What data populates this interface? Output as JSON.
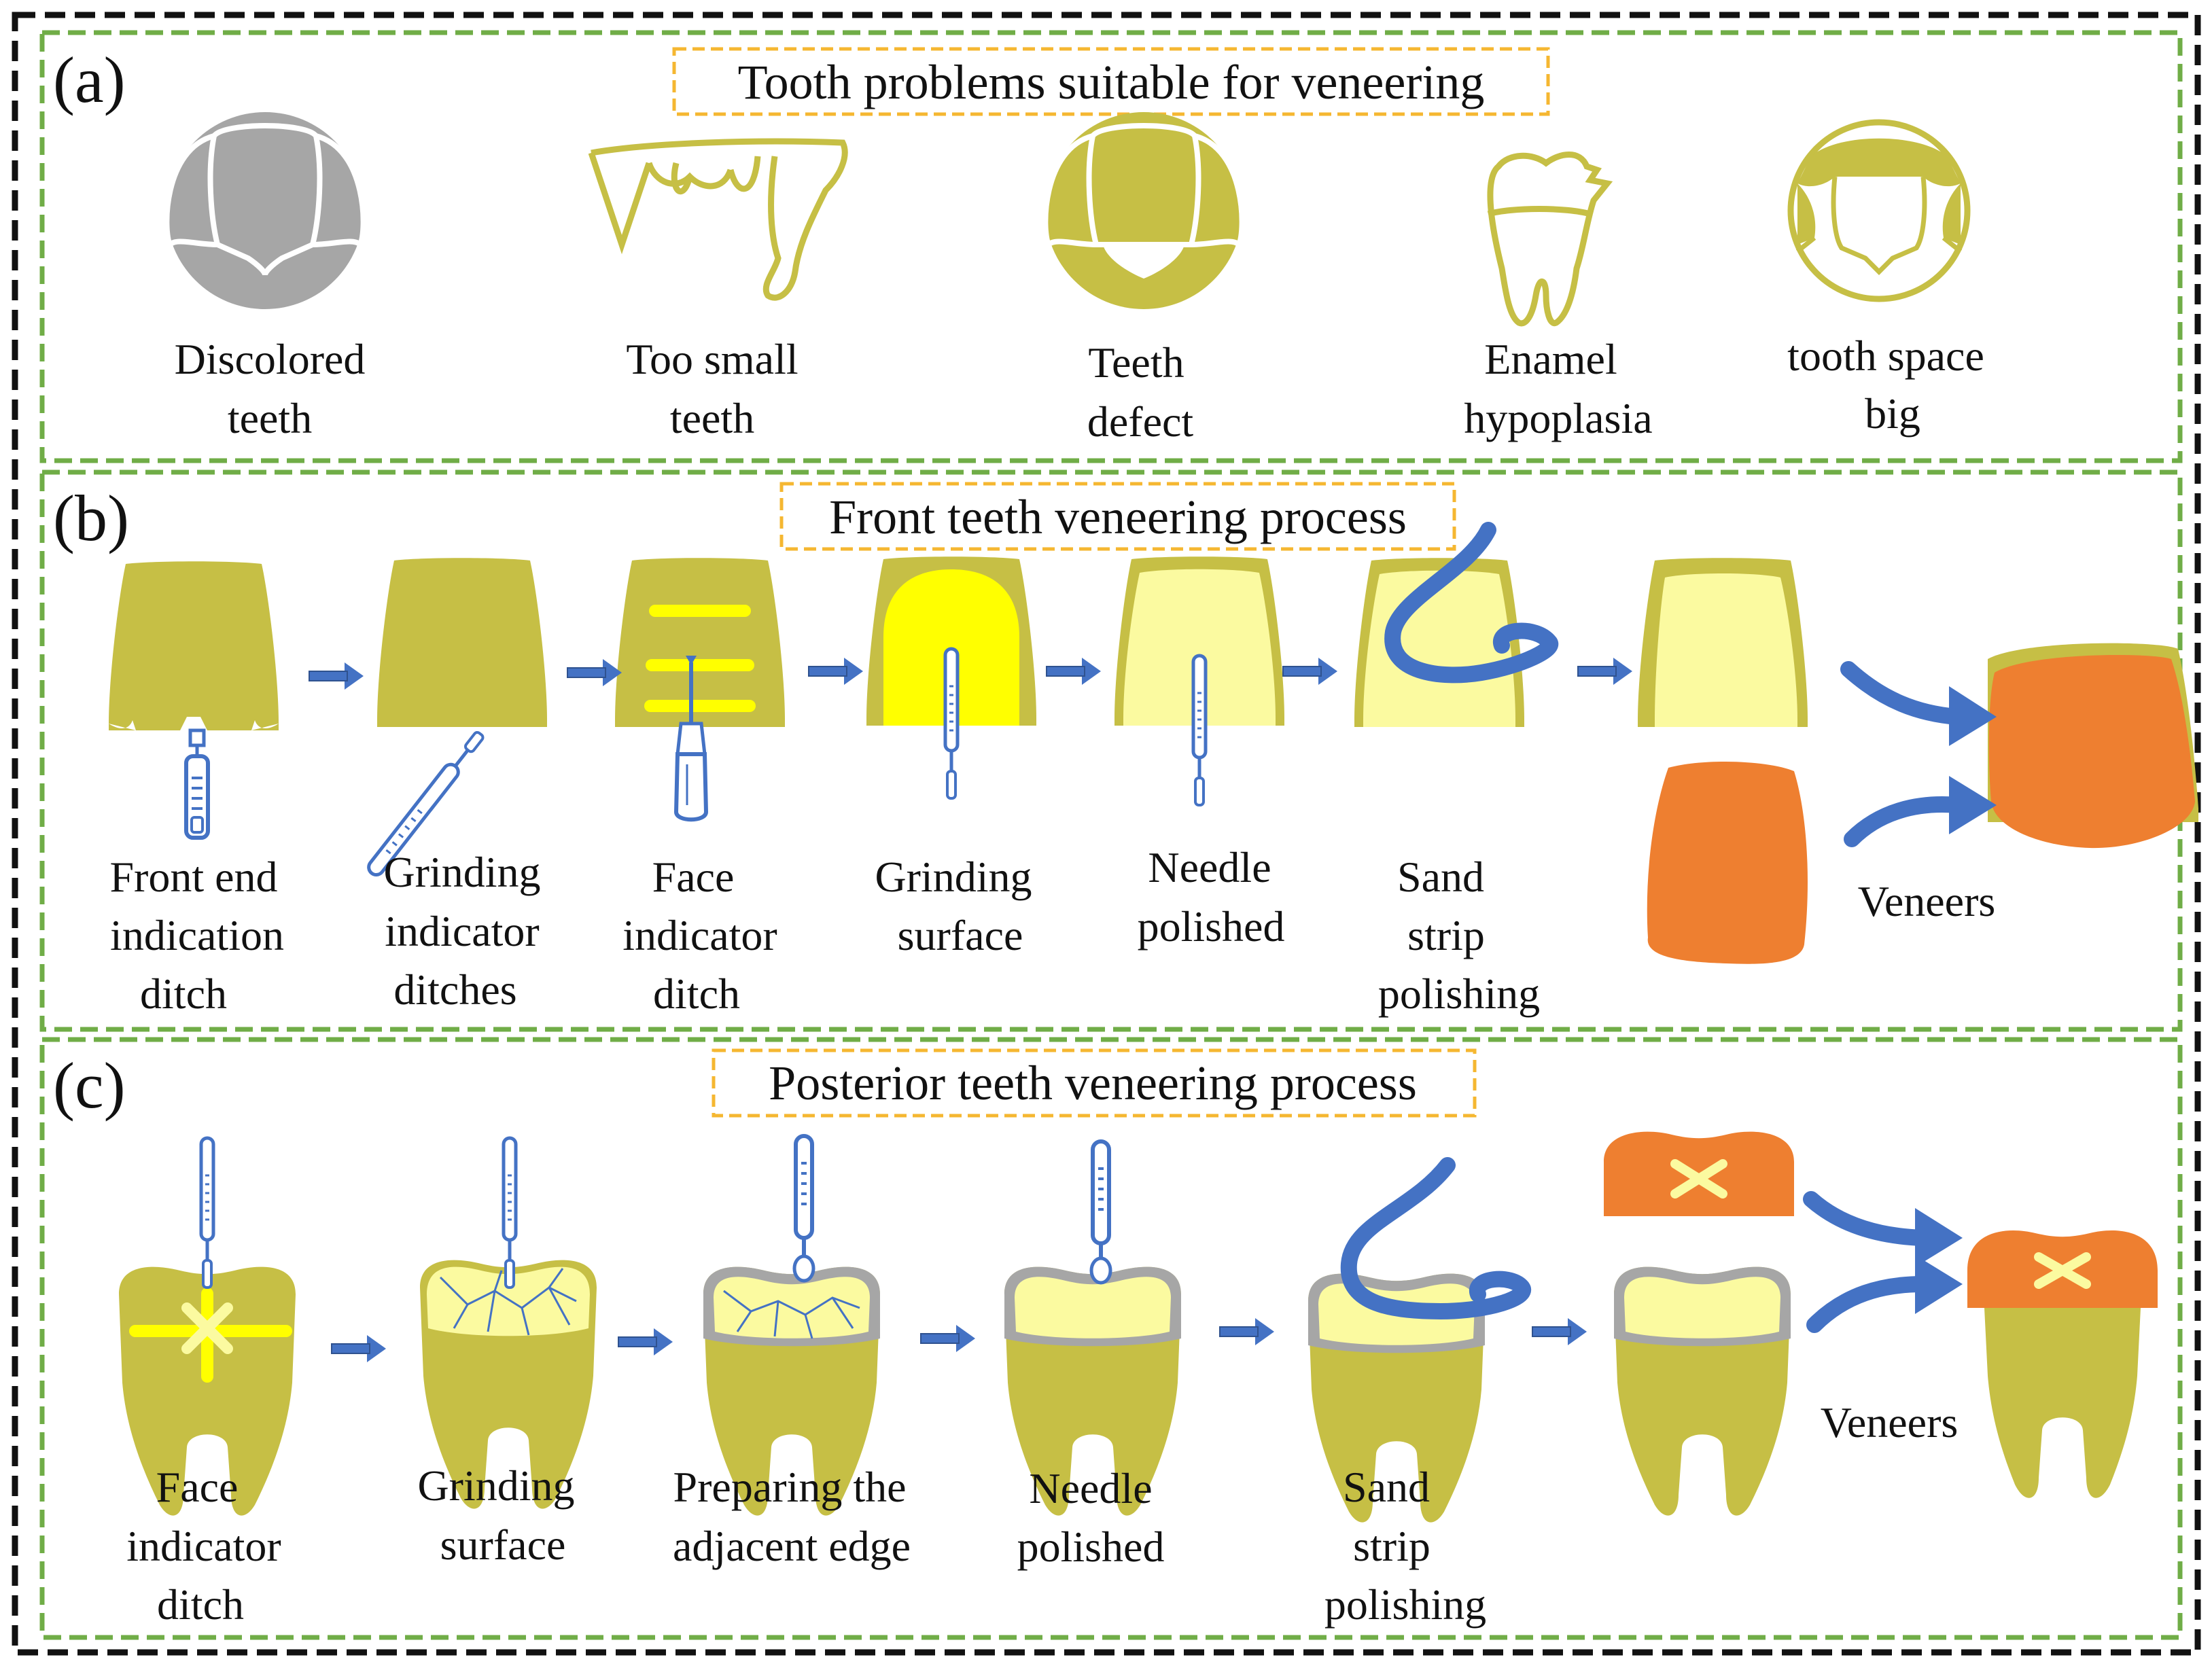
{
  "colors": {
    "tooth": "#c6bf45",
    "tooth_light": "#fbfaa0",
    "tooth_bright": "#ffff00",
    "veneer": "#ee7f30",
    "tool": "#4472c4",
    "gray": "#a6a6a6",
    "panel_border": "#70ad47",
    "title_border": "#f5b731",
    "outer_border": "#111111"
  },
  "panel_a": {
    "letter": "(a)",
    "title": "Tooth problems suitable for veneering",
    "items": [
      {
        "line1": "Discolored",
        "line2": "teeth"
      },
      {
        "line1": "Too small",
        "line2": "teeth"
      },
      {
        "line1": "Teeth",
        "line2": "defect"
      },
      {
        "line1": "Enamel",
        "line2": "hypoplasia"
      },
      {
        "line1": "tooth space",
        "line2": "big"
      }
    ]
  },
  "panel_b": {
    "letter": "(b)",
    "title": "Front teeth veneering process",
    "steps": [
      {
        "line1": "Front end",
        "line2": "indication",
        "line3": "ditch"
      },
      {
        "line1": "Grinding",
        "line2": "indicator",
        "line3": "ditches"
      },
      {
        "line1": "Face",
        "line2": "indicator",
        "line3": "ditch"
      },
      {
        "line1": "Grinding",
        "line2": "surface",
        "line3": ""
      },
      {
        "line1": "Needle",
        "line2": "polished",
        "line3": ""
      },
      {
        "line1": "Sand",
        "line2": "strip",
        "line3": "polishing"
      }
    ],
    "veneers_label": "Veneers"
  },
  "panel_c": {
    "letter": "(c)",
    "title": "Posterior teeth veneering process",
    "steps": [
      {
        "line1": "Face",
        "line2": "indicator",
        "line3": "ditch"
      },
      {
        "line1": "Grinding",
        "line2": "surface",
        "line3": ""
      },
      {
        "line1": "Preparing the",
        "line2": "adjacent edge",
        "line3": ""
      },
      {
        "line1": "Needle",
        "line2": "polished",
        "line3": ""
      },
      {
        "line1": "Sand",
        "line2": "strip",
        "line3": "polishing"
      }
    ],
    "veneers_label": "Veneers"
  }
}
